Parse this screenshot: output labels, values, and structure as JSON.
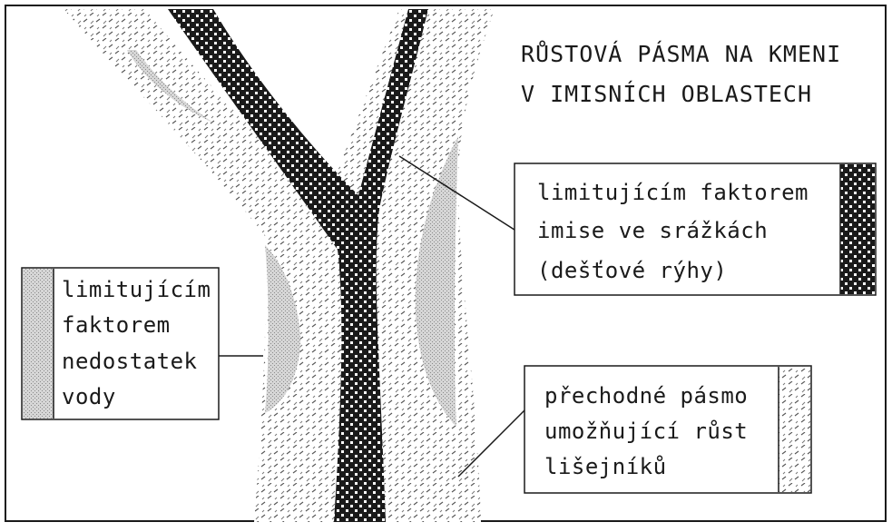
{
  "title": {
    "lines": [
      "RŮSTOVÁ PÁSMA NA KMENI",
      "V IMISNÍCH OBLASTECH"
    ]
  },
  "legend": {
    "rain_grooves": {
      "lines": [
        "limitujícím faktorem",
        "imise ve srážkách",
        "(dešťové rýhy)"
      ],
      "pattern": "dense-checker"
    },
    "water_shortage": {
      "lines": [
        "limitujícím",
        "faktorem",
        "nedostatek",
        "vody"
      ],
      "pattern": "fine-stipple"
    },
    "transition_zone": {
      "lines": [
        "přechodné pásmo",
        "umožňující růst",
        "lišejníků"
      ],
      "pattern": "diagonal-dash"
    }
  },
  "colors": {
    "ink": "#1a1a1a",
    "paper": "#ffffff",
    "stipple": "#bdbdbd"
  }
}
